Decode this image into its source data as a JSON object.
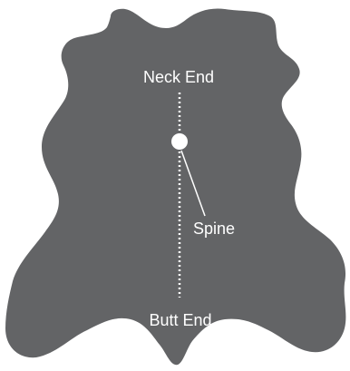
{
  "diagram": {
    "labels": {
      "neck_end": "Neck End",
      "spine": "Spine",
      "butt_end": "Butt End"
    },
    "colors": {
      "hide": "#636466",
      "marks": "#ffffff",
      "background": "#ffffff"
    }
  }
}
